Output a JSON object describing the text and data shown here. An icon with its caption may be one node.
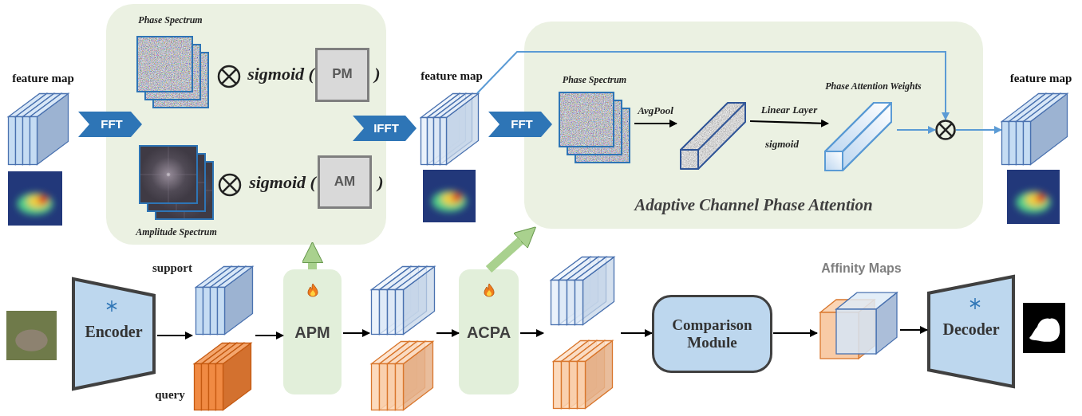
{
  "diagram": {
    "nodes": [
      {
        "text": [
          "feature map"
        ]
      },
      {
        "text": [
          "FFT"
        ]
      },
      {
        "text": [],
        "shape": "box"
      },
      {
        "text": [
          "Phase Spectrum"
        ],
        "in": 2
      },
      {
        "text": [
          "PM"
        ],
        "in": 2
      },
      {
        "text": [
          "Amplitude Spectrum"
        ],
        "in": 2
      },
      {
        "text": [
          "AM"
        ],
        "in": 2
      },
      {
        "text": [
          "IFFT"
        ]
      },
      {
        "text": [
          "feature map"
        ]
      },
      {
        "text": [
          "Adaptive Channel Phase Attention"
        ]
      },
      {
        "text": [
          "FFT"
        ]
      },
      {
        "text": [
          "Phase Spectrum"
        ],
        "in": 9
      },
      {
        "text": [],
        "shape": "bar",
        "in": 9
      },
      {
        "text": [
          "Phase Attention Weights"
        ],
        "in": 9
      },
      {
        "text": [],
        "shape": "circle",
        "in": 9
      },
      {
        "text": [
          "feature map"
        ]
      },
      {
        "text": [],
        "shape": "picture"
      },
      {
        "text": [
          "Encoder"
        ]
      },
      {
        "text": [
          "support"
        ]
      },
      {
        "text": [
          "query"
        ]
      },
      {
        "text": [
          "APM"
        ]
      },
      {
        "text": [],
        "shape": "cube"
      },
      {
        "text": [],
        "shape": "cube"
      },
      {
        "text": [
          "ACPA"
        ]
      },
      {
        "text": [],
        "shape": "cube"
      },
      {
        "text": [],
        "shape": "cube"
      },
      {
        "text": [
          "Comparison Module"
        ]
      },
      {
        "text": [
          "Affinity Maps"
        ]
      },
      {
        "text": [
          "Decoder"
        ]
      },
      {
        "text": [],
        "shape": "picture"
      }
    ],
    "edges": [
      {
        "from": 8,
        "to": 14,
        "arrow": "to",
        "color": "#5b9bd5"
      },
      {
        "from": 11,
        "to": 12,
        "arrow": "to",
        "label": "AvgPool"
      },
      {
        "from": 12,
        "to": 13,
        "arrow": "to",
        "label": "Linear Layer"
      },
      {
        "from": 13,
        "to": 14,
        "arrow": "to",
        "color": "#5b9bd5"
      },
      {
        "from": 14,
        "to": 15,
        "arrow": "to",
        "color": "#5b9bd5"
      },
      {
        "from": 17,
        "to": 19,
        "arrow": "to"
      },
      {
        "from": 18,
        "to": 20,
        "arrow": "to"
      },
      {
        "from": 20,
        "to": 22,
        "arrow": "to"
      },
      {
        "from": 21,
        "to": 23,
        "arrow": "to"
      },
      {
        "from": 23,
        "to": 25,
        "arrow": "to"
      },
      {
        "from": 24,
        "to": 26,
        "arrow": "to"
      },
      {
        "from": 26,
        "to": 27,
        "arrow": "to"
      },
      {
        "from": 27,
        "to": 28,
        "arrow": "to"
      },
      {
        "from": 20,
        "to": 2,
        "arrow": "to",
        "style": "thick",
        "color": "#a9d18e"
      },
      {
        "from": 23,
        "to": 9,
        "arrow": "to",
        "style": "thick",
        "color": "#a9d18e"
      }
    ],
    "labels": [
      "sigmoid (",
      ")",
      "sigmoid (",
      ")",
      "sigmoid"
    ]
  }
}
